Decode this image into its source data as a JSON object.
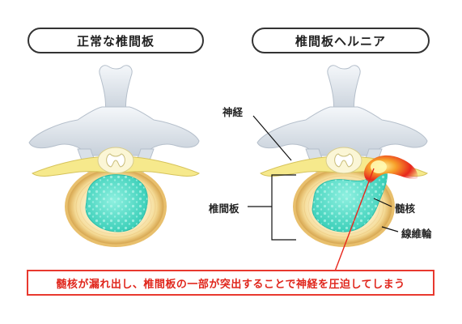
{
  "titles": {
    "normal": "正常な椎間板",
    "herniated": "椎間板ヘルニア"
  },
  "labels": {
    "nerve": "神経",
    "disc": "椎間板",
    "nucleus": "髄核",
    "annulus": "線維輪"
  },
  "caption": "髄核が漏れ出し、椎間板の一部が突出することで神経を圧迫してしまう",
  "colors": {
    "bone": "#dfe5ec",
    "nerve": "#f6e98c",
    "annulus_outer": "#d7a94e",
    "annulus_inner": "#fcefc8",
    "nucleus": "#4fd9c4",
    "herniation": "#e8261c",
    "caption_border": "#e8392f"
  }
}
